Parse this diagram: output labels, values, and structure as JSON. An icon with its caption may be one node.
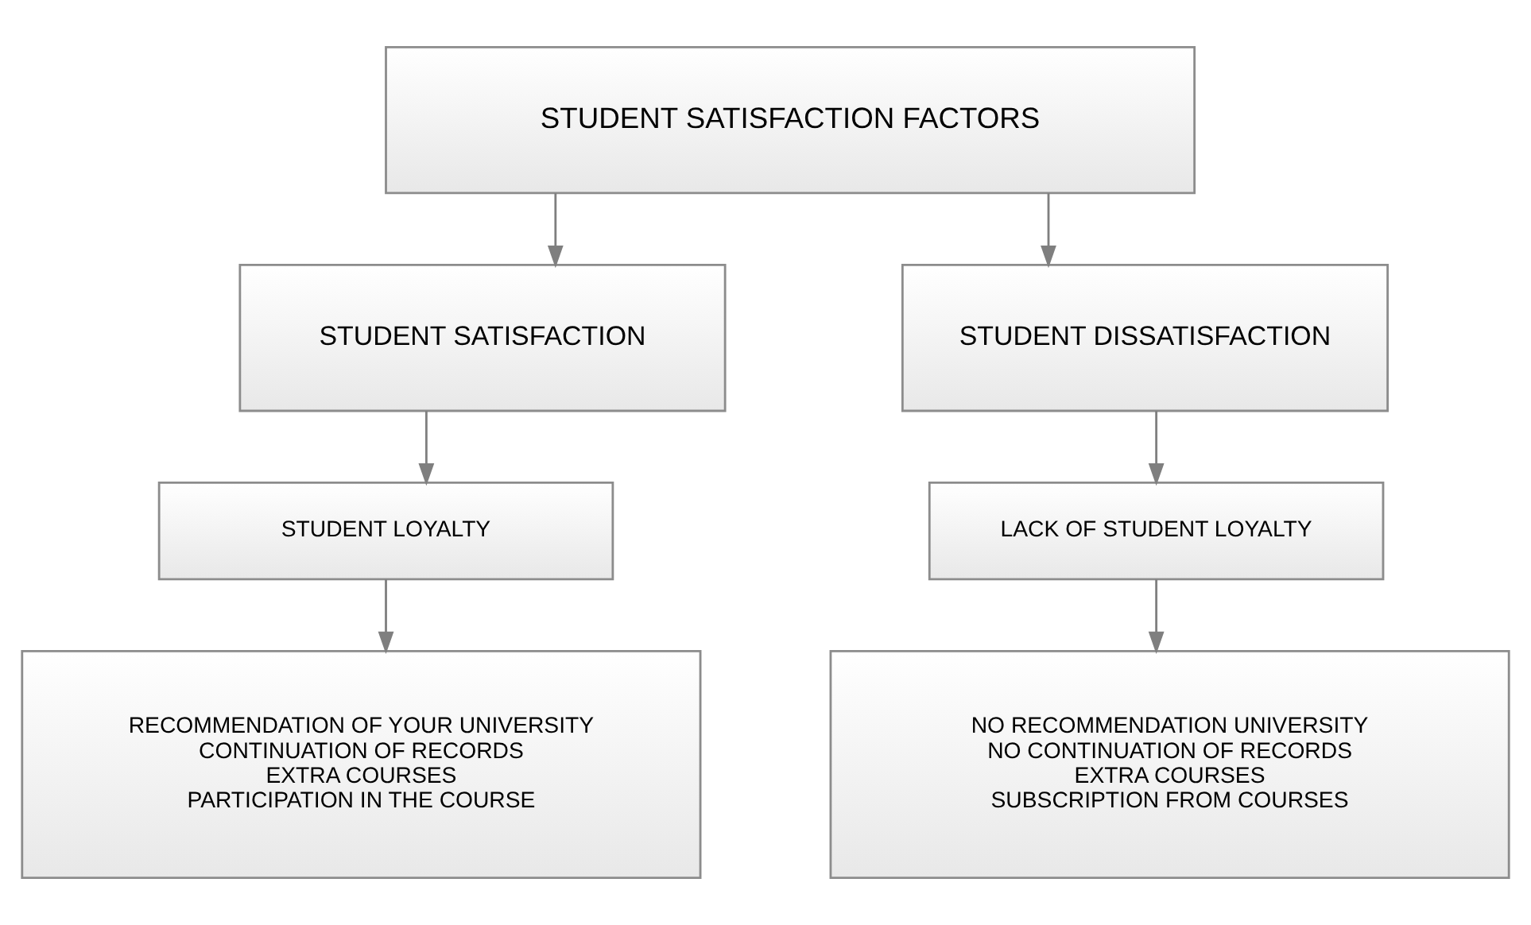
{
  "diagram": {
    "nodes": [
      {
        "text": [
          "STUDENT SATISFACTION FACTORS"
        ]
      },
      {
        "text": [
          "STUDENT SATISFACTION"
        ]
      },
      {
        "text": [
          "STUDENT DISSATISFACTION"
        ]
      },
      {
        "text": [
          "STUDENT LOYALTY"
        ]
      },
      {
        "text": [
          "LACK OF STUDENT LOYALTY"
        ]
      },
      {
        "text": [
          "RECOMMENDATION OF YOUR UNIVERSITY",
          "CONTINUATION OF RECORDS",
          "EXTRA COURSES",
          "PARTICIPATION IN THE COURSE"
        ]
      },
      {
        "text": [
          "NO RECOMMENDATION UNIVERSITY",
          "NO CONTINUATION OF RECORDS",
          "EXTRA COURSES",
          "SUBSCRIPTION FROM COURSES"
        ]
      }
    ],
    "edges": [
      {
        "from": 0,
        "to": 1,
        "arrow": "to"
      },
      {
        "from": 0,
        "to": 2,
        "arrow": "to"
      },
      {
        "from": 1,
        "to": 3,
        "arrow": "to"
      },
      {
        "from": 2,
        "to": 4,
        "arrow": "to"
      },
      {
        "from": 3,
        "to": 5,
        "arrow": "to"
      },
      {
        "from": 4,
        "to": 6,
        "arrow": "to"
      }
    ]
  }
}
